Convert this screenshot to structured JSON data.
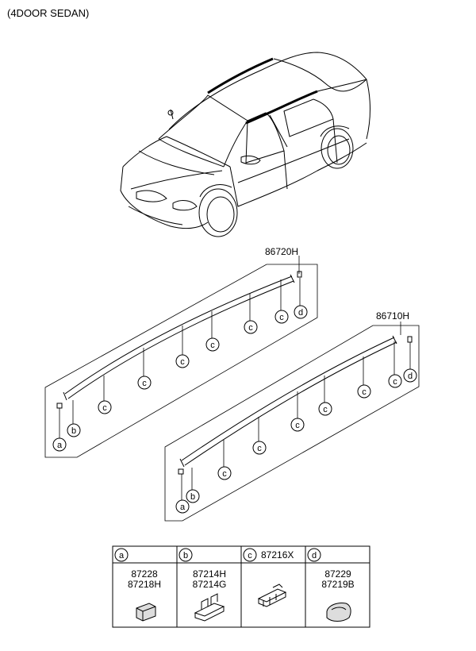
{
  "header": {
    "title": "(4DOOR SEDAN)"
  },
  "assemblies": [
    {
      "part_number": "86720H"
    },
    {
      "part_number": "86710H"
    }
  ],
  "callouts": {
    "a": "a",
    "b": "b",
    "c": "c",
    "d": "d"
  },
  "legend": {
    "columns": [
      {
        "letter": "a",
        "header_text": "",
        "parts": [
          "87228",
          "87218H"
        ],
        "icon": "end-cap-clip-icon"
      },
      {
        "letter": "b",
        "header_text": "",
        "parts": [
          "87214H",
          "87214G"
        ],
        "icon": "bracket-clip-icon"
      },
      {
        "letter": "c",
        "header_text": "87216X",
        "parts": [],
        "icon": "retainer-clip-icon"
      },
      {
        "letter": "d",
        "header_text": "",
        "parts": [
          "87229",
          "87219B"
        ],
        "icon": "rear-cap-clip-icon"
      }
    ]
  }
}
